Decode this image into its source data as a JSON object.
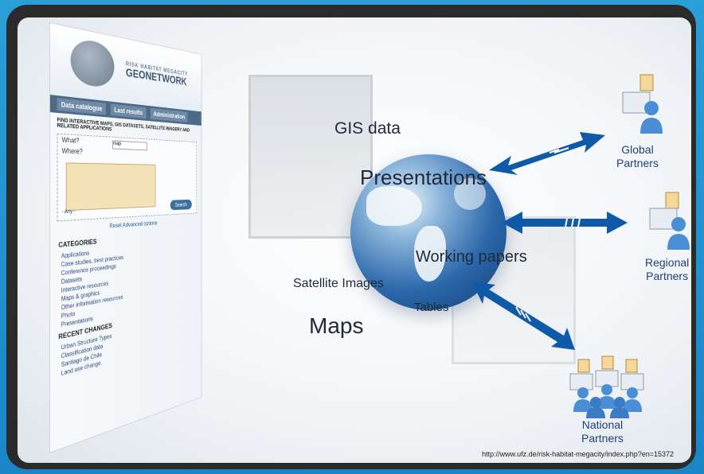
{
  "diagram": {
    "center_labels": {
      "gis": "GIS data",
      "presentations": "Presentations",
      "working_papers": "Working papers",
      "satellite": "Satellite Images",
      "tables": "Tables",
      "maps": "Maps"
    },
    "partners": {
      "global": [
        "Global",
        "Partners"
      ],
      "regional": [
        "Regional",
        "Partners"
      ],
      "national": [
        "National",
        "Partners"
      ]
    },
    "source_url": "http://www.ufz.de/risk-habitat-megacity/index.php?en=15372",
    "colors": {
      "arrow": "#0f5aa8",
      "partner_text": "#1f3f7a"
    }
  },
  "webpage": {
    "brand_small": "RISK HABITAT MEGACITY",
    "brand": "GEONETWORK",
    "tabs": [
      "Data catalogue",
      "Last results",
      "Administration"
    ],
    "find": "FIND INTERACTIVE MAPS, GIS DATASETS, SATELLITE IMAGERY AND RELATED APPLICATIONS",
    "what_label": "What?",
    "what_value": "map",
    "where_label": "Where?",
    "search_button": "Search",
    "any_label": "- Any -",
    "advanced": "Reset   Advanced options",
    "categories_title": "CATEGORIES",
    "categories": [
      "Applications",
      "Case studies, best practices",
      "Conference proceedings",
      "Datasets",
      "Interactive resources",
      "Maps & graphics",
      "Other information resources",
      "Photo",
      "Presentations"
    ],
    "recent_title": "RECENT CHANGES",
    "recent": [
      "Urban Structure Types",
      "Classification data",
      "Santiago de Chile",
      "Land use change"
    ]
  }
}
